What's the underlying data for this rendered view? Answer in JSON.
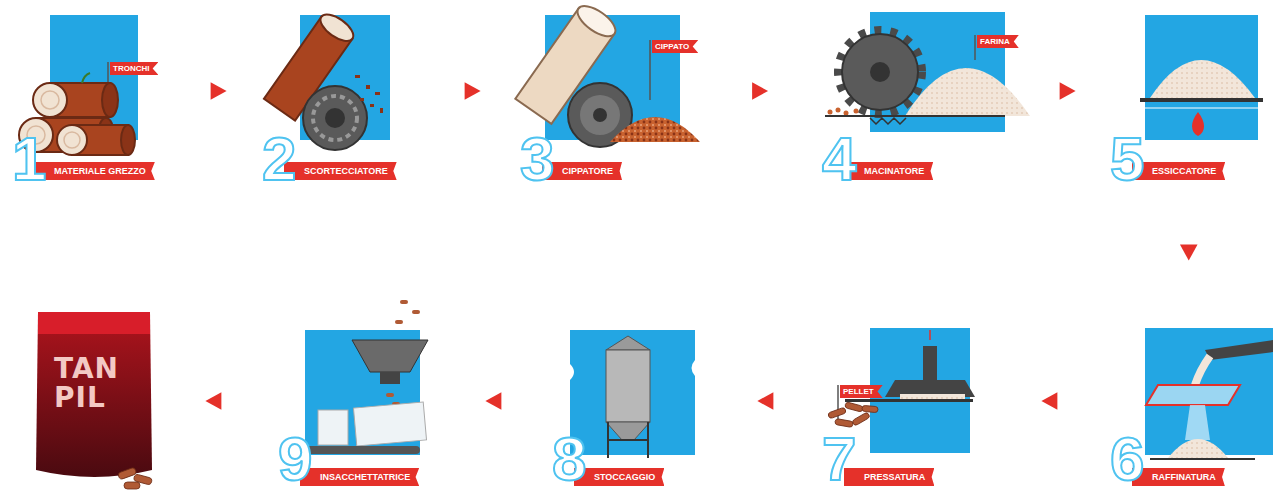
{
  "diagram": {
    "nodes": [
      {
        "text": [
          "1",
          "MATERIALE GREZZO"
        ]
      },
      {
        "text": [
          "2",
          "SCORTECCIATORE"
        ]
      },
      {
        "text": [
          "3",
          "CIPPATORE"
        ]
      },
      {
        "text": [
          "4",
          "MACINATORE"
        ]
      },
      {
        "text": [
          "5",
          "ESSICCATORE"
        ]
      },
      {
        "text": [
          "6",
          "RAFFINATURA"
        ]
      },
      {
        "text": [
          "7",
          "PRESSATURA"
        ]
      },
      {
        "text": [
          "8",
          "STOCCAGGIO"
        ]
      },
      {
        "text": [
          "9",
          "INSACCHETTATRICE"
        ]
      },
      {
        "text": [
          "TAN PIL"
        ]
      }
    ],
    "edges": [
      {
        "from": 0,
        "to": 1,
        "arrow": "to"
      },
      {
        "from": 1,
        "to": 2,
        "arrow": "to"
      },
      {
        "from": 2,
        "to": 3,
        "arrow": "to"
      },
      {
        "from": 3,
        "to": 4,
        "arrow": "to"
      },
      {
        "from": 4,
        "to": 5,
        "arrow": "to"
      },
      {
        "from": 5,
        "to": 6,
        "arrow": "to"
      },
      {
        "from": 6,
        "to": 7,
        "arrow": "to"
      },
      {
        "from": 7,
        "to": 8,
        "arrow": "to"
      },
      {
        "from": 8,
        "to": 9,
        "arrow": "to"
      }
    ],
    "labels": [
      "TRONCHI",
      "CIPPATO",
      "FARINA",
      "PELLET"
    ]
  }
}
